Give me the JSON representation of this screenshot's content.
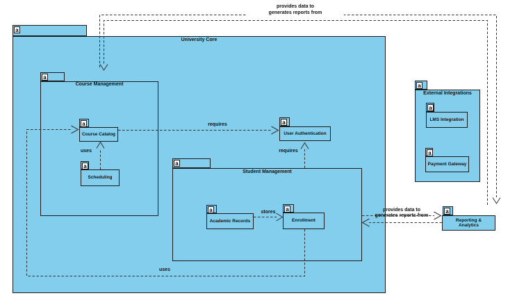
{
  "diagram": {
    "badge": "a",
    "packages": {
      "university_core": {
        "label": "University Core"
      },
      "course_management": {
        "label": "Course Management"
      },
      "student_management": {
        "label": "Student Management"
      },
      "external_integrations": {
        "label": "External Integrations"
      }
    },
    "components": {
      "course_catalog": {
        "label": "Course Catalog"
      },
      "scheduling": {
        "label": "Scheduling"
      },
      "user_authentication": {
        "label": "User Authentication"
      },
      "academic_records": {
        "label": "Academic Records"
      },
      "enrollment": {
        "label": "Enrollment"
      },
      "lms_integration": {
        "label": "LMS Integration"
      },
      "payment_gateway": {
        "label": "Payment Gateway"
      },
      "reporting_analytics": {
        "label_line1": "Reporting &",
        "label_line2": "Analytics"
      }
    },
    "connectors": {
      "top_provides": "provides data to",
      "top_generates": "generates reports from",
      "mid_provides": "provides data to",
      "mid_generates": "generates reports from",
      "requires_catalog_auth": "requires",
      "requires_student_auth": "requires",
      "uses_scheduling_catalog": "uses",
      "uses_enrollment_catalog": "uses",
      "stores": "stores"
    },
    "colors": {
      "node_fill": "#82ceec",
      "border": "#1a1a1a",
      "connector": "#333333"
    }
  }
}
